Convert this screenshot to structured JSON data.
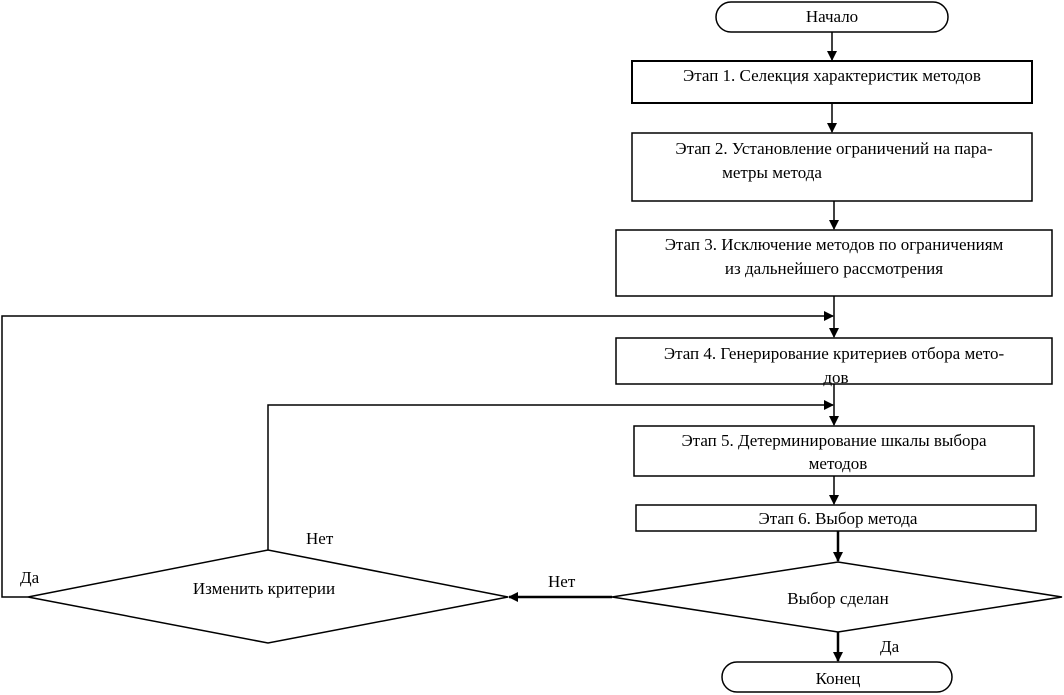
{
  "flowchart": {
    "start": "Начало",
    "steps": [
      {
        "lines": [
          "Этап 1. Селекция характеристик методов"
        ]
      },
      {
        "lines": [
          "Этап 2. Установление ограничений на пара-",
          "метры метода"
        ]
      },
      {
        "lines": [
          "Этап 3. Исключение методов по ограничениям",
          "из дальнейшего рассмотрения"
        ]
      },
      {
        "lines": [
          "Этап 4. Генерирование критериев отбора мето-",
          "дов"
        ]
      },
      {
        "lines": [
          "Этап 5. Детерминирование шкалы выбора",
          "методов"
        ]
      },
      {
        "lines": [
          "Этап 6. Выбор метода"
        ]
      }
    ],
    "decision_choice": "Выбор сделан",
    "decision_criteria": "Изменить критерии",
    "end": "Конец",
    "edge_labels": {
      "choice_no": "Нет",
      "choice_yes": "Да",
      "criteria_no": "Нет",
      "criteria_yes": "Да"
    }
  }
}
